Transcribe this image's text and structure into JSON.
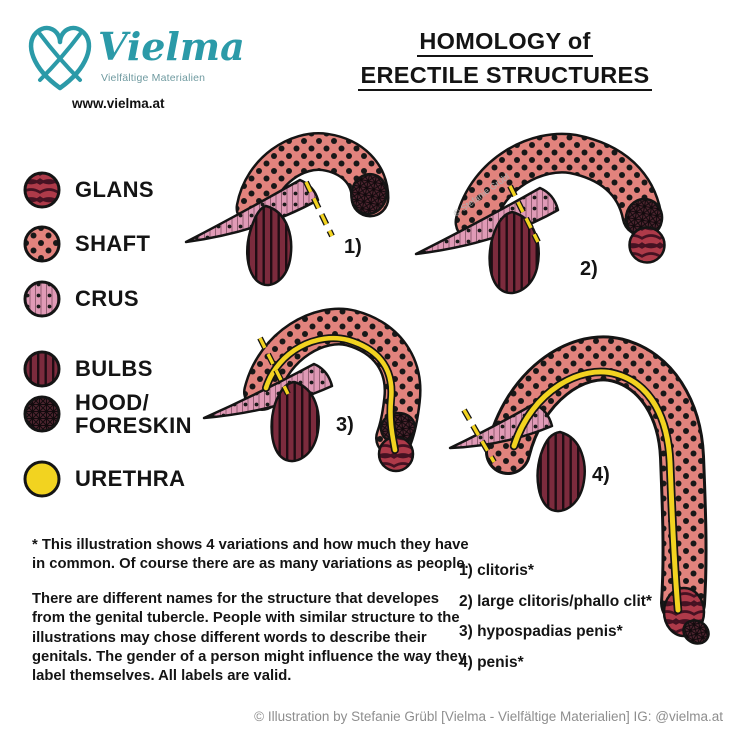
{
  "brand": {
    "name": "Vielma",
    "tagline": "Vielfältige Materialien",
    "url": "www.vielma.at"
  },
  "title": {
    "line1": "HOMOLOGY of",
    "line2": "ERECTILE STRUCTURES"
  },
  "legend": {
    "items": [
      {
        "label": "GLANS",
        "swatch": "swirl-pattern",
        "color": "#ae3a49"
      },
      {
        "label": "SHAFT",
        "swatch": "dotted-pattern",
        "color": "#e2837d"
      },
      {
        "label": "CRUS",
        "swatch": "pink-dotted-pattern",
        "color": "#e09ab6"
      },
      {
        "label": "BULBS",
        "swatch": "striped-pattern",
        "color": "#7c2b3d"
      },
      {
        "label": "HOOD/",
        "label2": "FORESKIN",
        "swatch": "crosshatch-pattern",
        "color": "#4e2530"
      },
      {
        "label": "URETHRA",
        "swatch": "solid-yellow",
        "color": "#f2d320"
      }
    ]
  },
  "figures": {
    "fig1": "1)",
    "fig2": "2)",
    "fig3": "3)",
    "fig4": "4)"
  },
  "watermark": "© Stefanie Grübl",
  "notes": {
    "para1": "* This illustration shows 4 variations and how much they have in common. Of course there are as many variations as people.",
    "para2": "There are different names for the structure that developes from the genital tubercle. People with similar structure to the illustrations may chose different words to describe their genitals. The gender of a person might influence the way they label themselves. All labels are valid."
  },
  "labels_list": {
    "item1": "1) clitoris*",
    "item2": "2) large clitoris/phallo clit*",
    "item3": "3) hypospadias penis*",
    "item4": "4) penis*"
  },
  "footer": "© Illustration by Stefanie Grübl [Vielma - Vielfältige Materialien] IG: @vielma.at",
  "colors": {
    "brand_teal": "#2b9aa8",
    "ink": "#141414",
    "urethra_yellow": "#f2d320"
  }
}
